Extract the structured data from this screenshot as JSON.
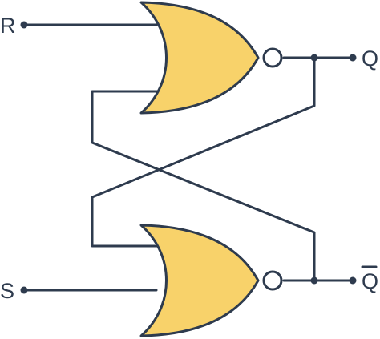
{
  "labels": {
    "r": "R",
    "s": "S",
    "q": "Q",
    "q_bar": "Q"
  },
  "gates": [
    {
      "name": "upper-nor-gate",
      "type": "NOR"
    },
    {
      "name": "lower-nor-gate",
      "type": "NOR"
    }
  ],
  "colors": {
    "gate_fill": "#f8d26a",
    "line": "#2e3b4e",
    "background": "#ffffff"
  }
}
